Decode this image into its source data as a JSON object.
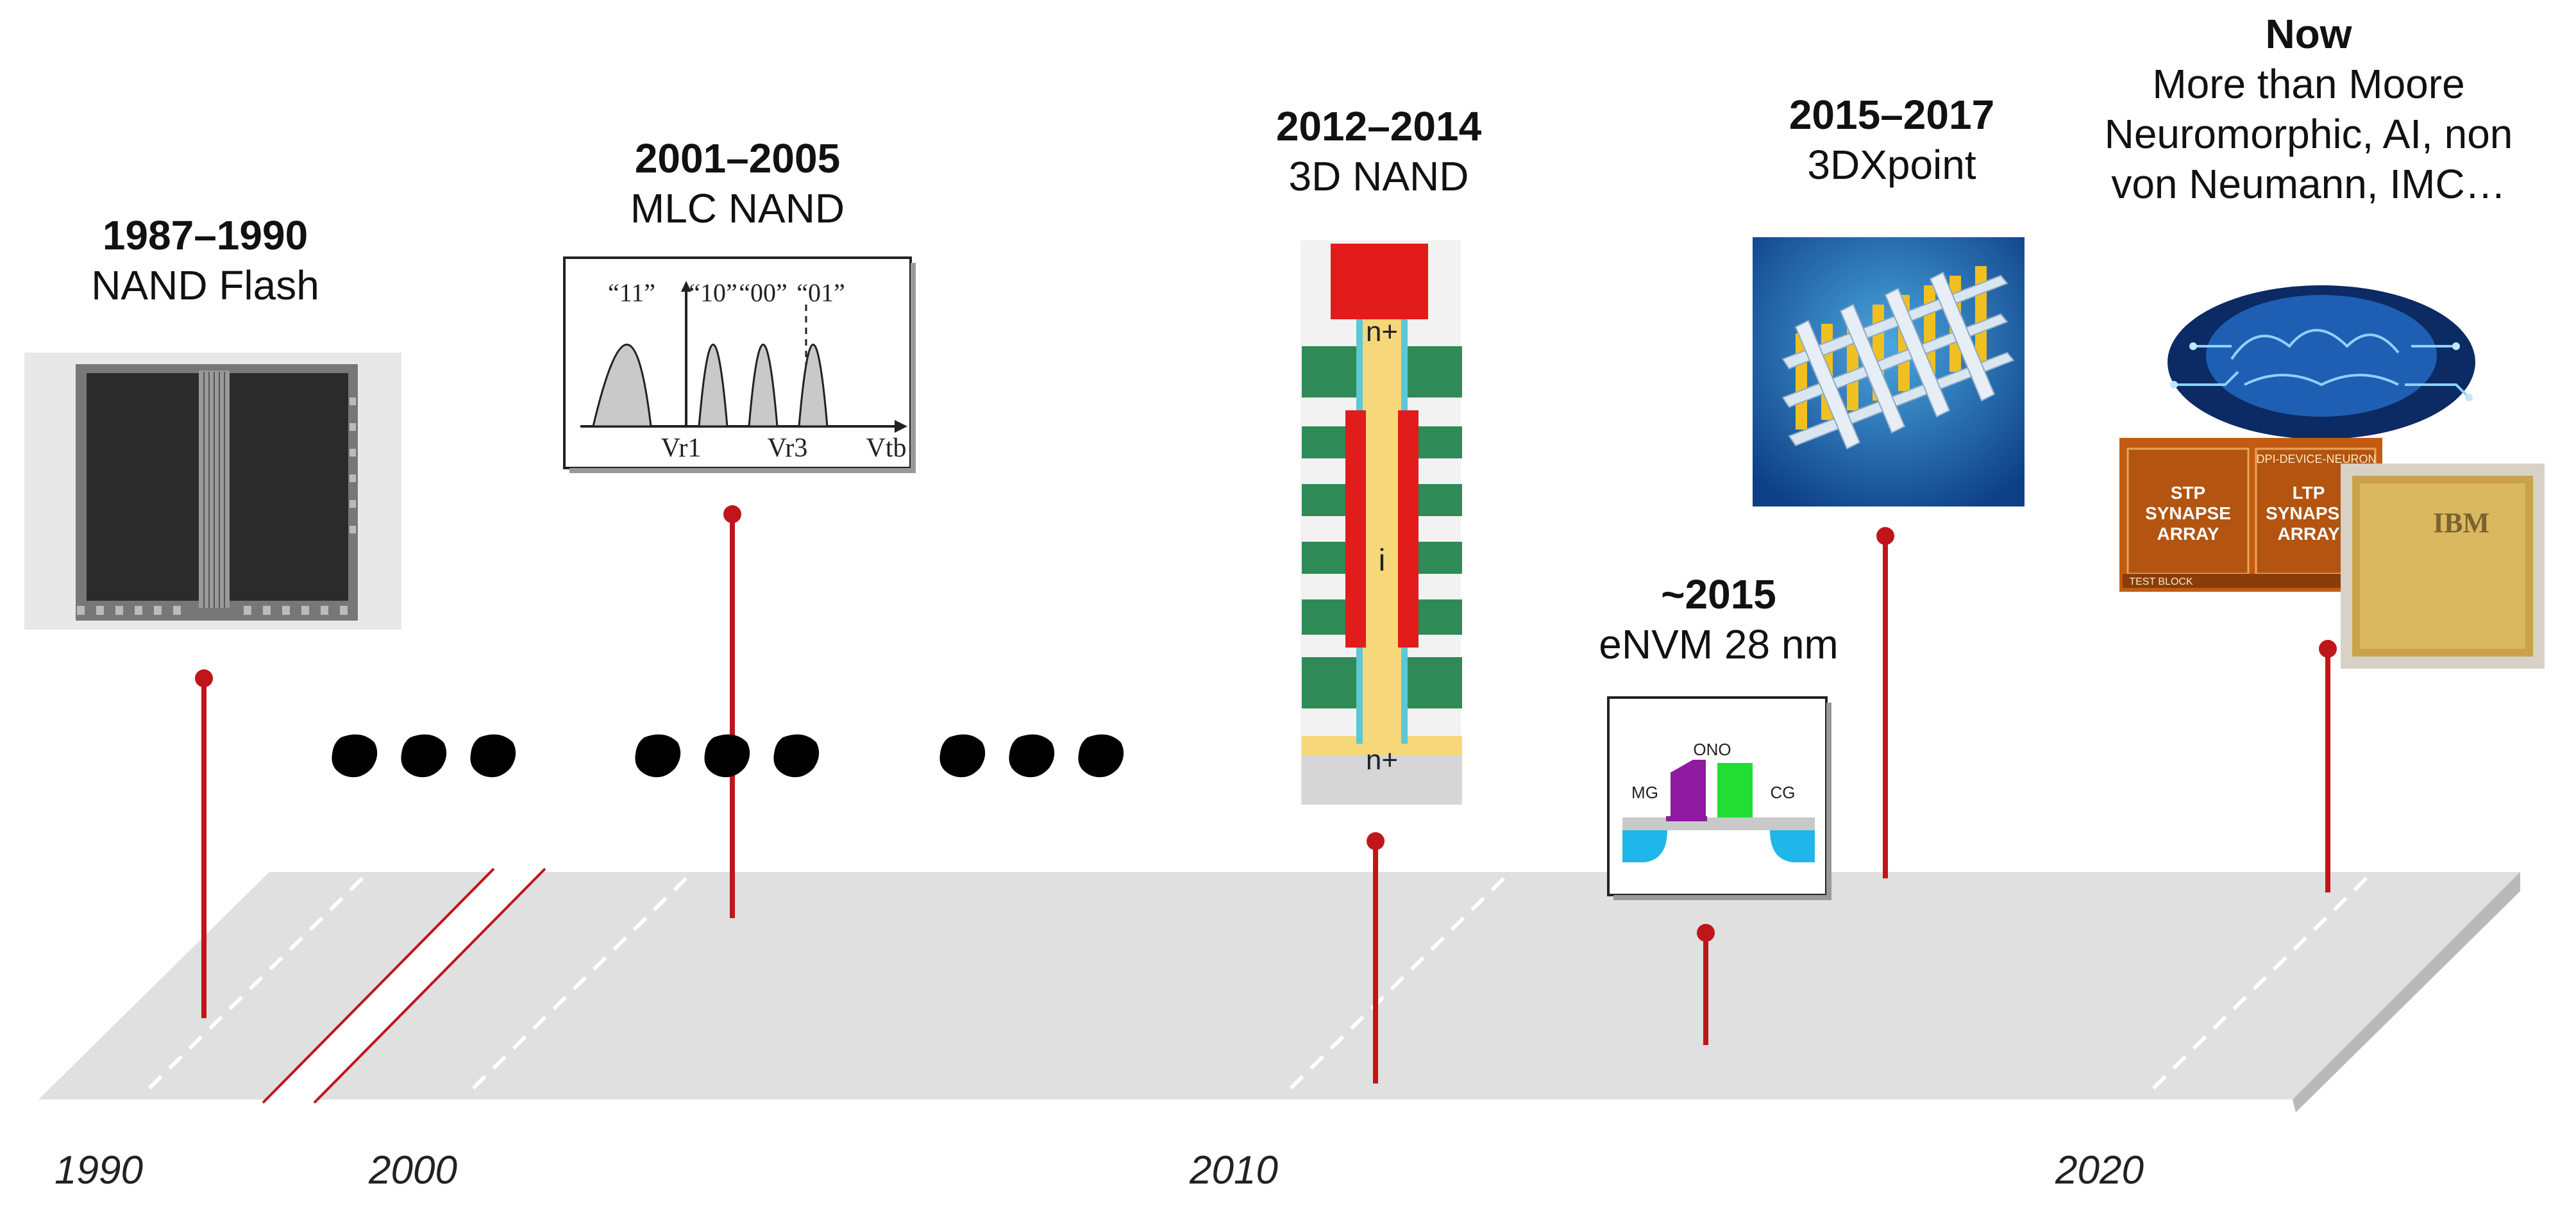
{
  "axis_years": [
    "1990",
    "2000",
    "2010",
    "2020"
  ],
  "milestones": [
    {
      "years": "1987–1990",
      "name": "NAND Flash"
    },
    {
      "years": "2001–2005",
      "name": "MLC NAND"
    },
    {
      "years": "2012–2014",
      "name": "3D NAND"
    },
    {
      "years": "~2015",
      "name": "eNVM 28 nm"
    },
    {
      "years": "2015–2017",
      "name": "3DXpoint"
    },
    {
      "years": "Now",
      "lines": [
        "More than Moore",
        "Neuromorphic, AI, non",
        "von Neumann, IMC…"
      ]
    }
  ],
  "mlc_plot": {
    "states": [
      "“11”",
      "“10”",
      "“00”",
      "“01”"
    ],
    "thresholds": [
      "Vr1",
      "Vr3"
    ],
    "axis_label": "Vtb"
  },
  "nand3d": {
    "top_label": "n+",
    "mid_label": "i",
    "bottom_label": "n+"
  },
  "envm": {
    "mg_label": "MG",
    "ono_label": "ONO",
    "cg_label": "CG"
  },
  "neuromorphic": {
    "chip_left_blocks": [
      "STP",
      "SYNAPSE",
      "ARRAY"
    ],
    "chip_right_blocks": [
      "LTP",
      "SYNAPSE",
      "ARRAY"
    ],
    "chip_top_right": "DPI-DEVICE-NEURON",
    "chip_bottom_left": "TEST BLOCK",
    "ibm_label": "IBM"
  },
  "colors": {
    "stem": "#c0151b",
    "platform": "#e0e0e0",
    "platform_side": "#b9b9b9",
    "dots": "#000000"
  }
}
